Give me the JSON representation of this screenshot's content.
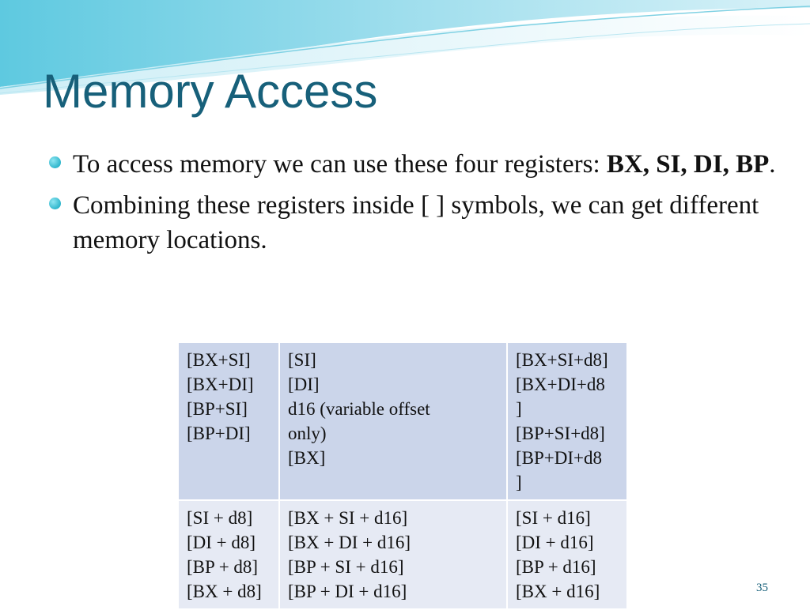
{
  "slide": {
    "title": "Memory Access",
    "bullets": [
      {
        "text_pre": "To access memory we can use these four registers: ",
        "text_bold": "BX, SI, DI, BP",
        "text_post": "."
      },
      {
        "text": "Combining these registers inside [ ] symbols, we can get different memory locations."
      }
    ],
    "table": {
      "rows": [
        [
          [
            "[BX+SI]",
            "[BX+DI]",
            "[BP+SI]",
            "[BP+DI]"
          ],
          [
            "[SI]",
            "[DI]",
            "d16 (variable offset",
            "only)",
            "[BX]"
          ],
          [
            "[BX+SI+d8]",
            "[BX+DI+d8",
            "]",
            "[BP+SI+d8]",
            "[BP+DI+d8",
            "]"
          ]
        ],
        [
          [
            "[SI + d8]",
            "[DI + d8]",
            "[BP + d8]",
            "[BX + d8]"
          ],
          [
            "[BX + SI + d16]",
            "[BX + DI + d16]",
            "[BP + SI + d16]",
            "[BP + DI + d16]"
          ],
          [
            "[SI + d16]",
            "[DI + d16]",
            "[BP + d16]",
            "[BX + d16]"
          ]
        ]
      ]
    },
    "page_number": "35"
  },
  "colors": {
    "title": "#17607a",
    "bullet": "#2fb6cc",
    "table_row1": "#cbd5ea",
    "table_row2": "#e6eaf4"
  }
}
